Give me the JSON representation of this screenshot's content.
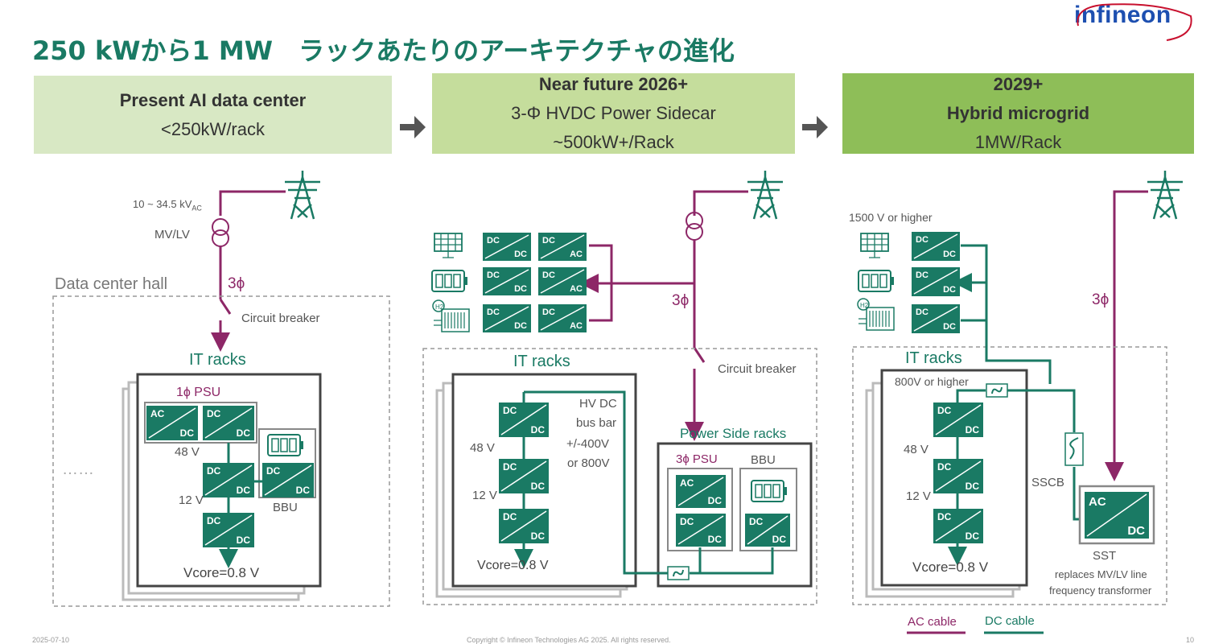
{
  "title": "250 kWから1 MW　ラックあたりのアーキテクチャの進化",
  "logo_text": "infineon",
  "colors": {
    "teal": "#1a7a64",
    "purple": "#8d2767",
    "header1": "#d8e8c4",
    "header2": "#c5dd9c",
    "header3": "#8ebe58",
    "grey_border": "#999999"
  },
  "icons": [
    "power-tower-icon",
    "transformer-icon",
    "solar-panel-icon",
    "battery-icon",
    "hydrogen-electrolyzer-icon",
    "solid-state-breaker-icon",
    "arrow-right-icon"
  ],
  "columns": [
    {
      "header": {
        "line1": "Present AI data center",
        "line2": "<250kW/rack",
        "line3": ""
      },
      "voltage_label": "10 ~ 34.5 kV",
      "voltage_sub": "AC",
      "mvlv_label": "MV/LV",
      "phase_label": "3ϕ",
      "hall_label": "Data center hall",
      "breaker_label": "Circuit breaker",
      "racks_label": "IT racks",
      "psu_label": "1ϕ PSU",
      "v48": "48 V",
      "v12": "12 V",
      "bbu_label": "BBU",
      "vcore": "Vcore=0.8 V",
      "dots": "……"
    },
    {
      "header": {
        "line1": "Near future 2026+",
        "line2": "3-Φ HVDC Power Sidecar",
        "line3": "~500kW+/Rack"
      },
      "phase_label": "3ϕ",
      "breaker_label": "Circuit breaker",
      "racks_label": "IT racks",
      "hvdc_label": "HV DC",
      "busbar_label": "bus bar",
      "bus_v1": "+/-400V",
      "bus_v2": "or 800V",
      "v48": "48 V",
      "v12": "12 V",
      "vcore": "Vcore=0.8 V",
      "side_label": "Power Side racks",
      "psu_label": "3ϕ PSU",
      "bbu_label": "BBU"
    },
    {
      "header": {
        "line1": "2029+",
        "line2": "Hybrid microgrid",
        "line3": "1MW/Rack"
      },
      "source_v": "1500 V or higher",
      "phase_label": "3ϕ",
      "racks_label": "IT racks",
      "rack_v": "800V or higher",
      "v48": "48 V",
      "v12": "12 V",
      "vcore": "Vcore=0.8 V",
      "sscb_label": "SSCB",
      "sst_label": "SST",
      "sst_note1": "replaces MV/LV line",
      "sst_note2": "frequency transformer"
    }
  ],
  "converter_labels": {
    "dc": "DC",
    "ac": "AC"
  },
  "legend": {
    "ac": "AC cable",
    "dc": "DC cable"
  },
  "footer": {
    "date": "2025-07-10",
    "center": "Copyright © Infineon Technologies AG 2025. All rights reserved.",
    "page": "10"
  }
}
